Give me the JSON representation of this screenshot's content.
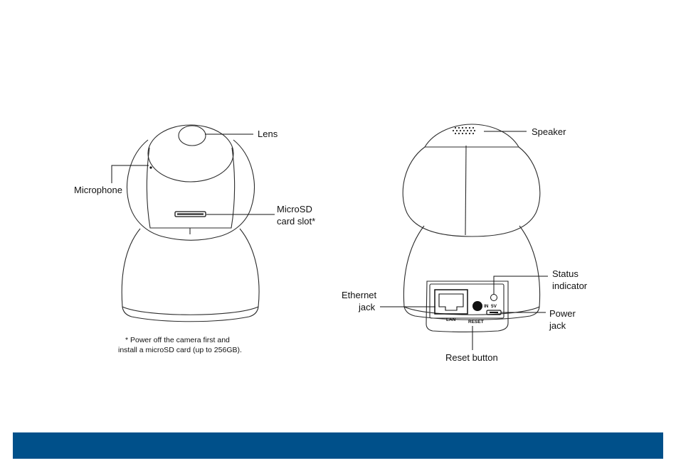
{
  "front_view": {
    "labels": {
      "lens": "Lens",
      "microphone": "Microphone",
      "microsd_line1": "MicroSD",
      "microsd_line2": "card slot*"
    },
    "note_line1": "* Power off the camera first and",
    "note_line2": "install a microSD card (up to 256GB)."
  },
  "back_view": {
    "labels": {
      "speaker": "Speaker",
      "status_line1": "Status",
      "status_line2": "indicator",
      "ethernet_line1": "Ethernet",
      "ethernet_line2": "jack",
      "power_line1": "Power",
      "power_line2": "jack",
      "reset_button": "Reset button"
    },
    "port_labels": {
      "lan": "LAN",
      "reset": "RESET",
      "in": "IN",
      "five_v": "5V"
    }
  },
  "colors": {
    "footer_bar": "#00508a",
    "outline": "#2b2b2b"
  }
}
